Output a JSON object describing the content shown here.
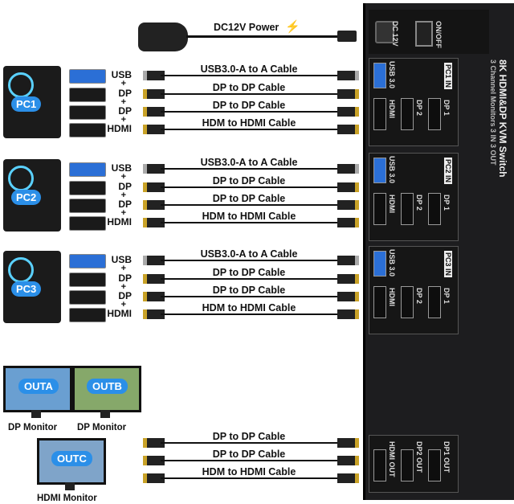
{
  "power": {
    "label": "DC12V Power"
  },
  "pcs": [
    {
      "name": "PC1",
      "ports": [
        "USB",
        "DP",
        "DP",
        "HDMI"
      ],
      "cables": [
        "USB3.0-A to A Cable",
        "DP to DP Cable",
        "DP to DP Cable",
        "HDM to HDMI Cable"
      ]
    },
    {
      "name": "PC2",
      "ports": [
        "USB",
        "DP",
        "DP",
        "HDMI"
      ],
      "cables": [
        "USB3.0-A to A Cable",
        "DP to DP Cable",
        "DP to DP Cable",
        "HDM to HDMI Cable"
      ]
    },
    {
      "name": "PC3",
      "ports": [
        "USB",
        "DP",
        "DP",
        "HDMI"
      ],
      "cables": [
        "USB3.0-A to A Cable",
        "DP to DP Cable",
        "DP to DP Cable",
        "HDM to HDMI Cable"
      ]
    }
  ],
  "plus_sign": "+",
  "monitors": [
    {
      "badge": "OUTA",
      "label": "DP Monitor"
    },
    {
      "badge": "OUTB",
      "label": "DP Monitor"
    },
    {
      "badge": "OUTC",
      "label": "HDMI Monitor"
    }
  ],
  "output_cables": [
    "DP to DP Cable",
    "DP to DP Cable",
    "HDM to HDMI Cable"
  ],
  "device": {
    "title": "8K HDMI&DP KVM Switch",
    "subtitle": "3 Channel Monitors 3 IN 3 OUT",
    "power_port": "DC 12V",
    "switch_label": "ON/OFF",
    "groups": [
      {
        "name": "PC1 IN",
        "ports": [
          "USB 3.0",
          "HDMI",
          "DP 2",
          "DP 1"
        ]
      },
      {
        "name": "PC2 IN",
        "ports": [
          "USB 3.0",
          "HDMI",
          "DP 2",
          "DP 1"
        ]
      },
      {
        "name": "PC3 IN",
        "ports": [
          "USB 3.0",
          "HDMI",
          "DP 2",
          "DP 1"
        ]
      }
    ],
    "out_ports": [
      "HDMI OUT",
      "DP2 OUT",
      "DP1 OUT"
    ]
  },
  "colors": {
    "accent": "#2b8fe8",
    "device": "#1d1d1f",
    "cable": "#111111",
    "gold": "#c9a227"
  }
}
